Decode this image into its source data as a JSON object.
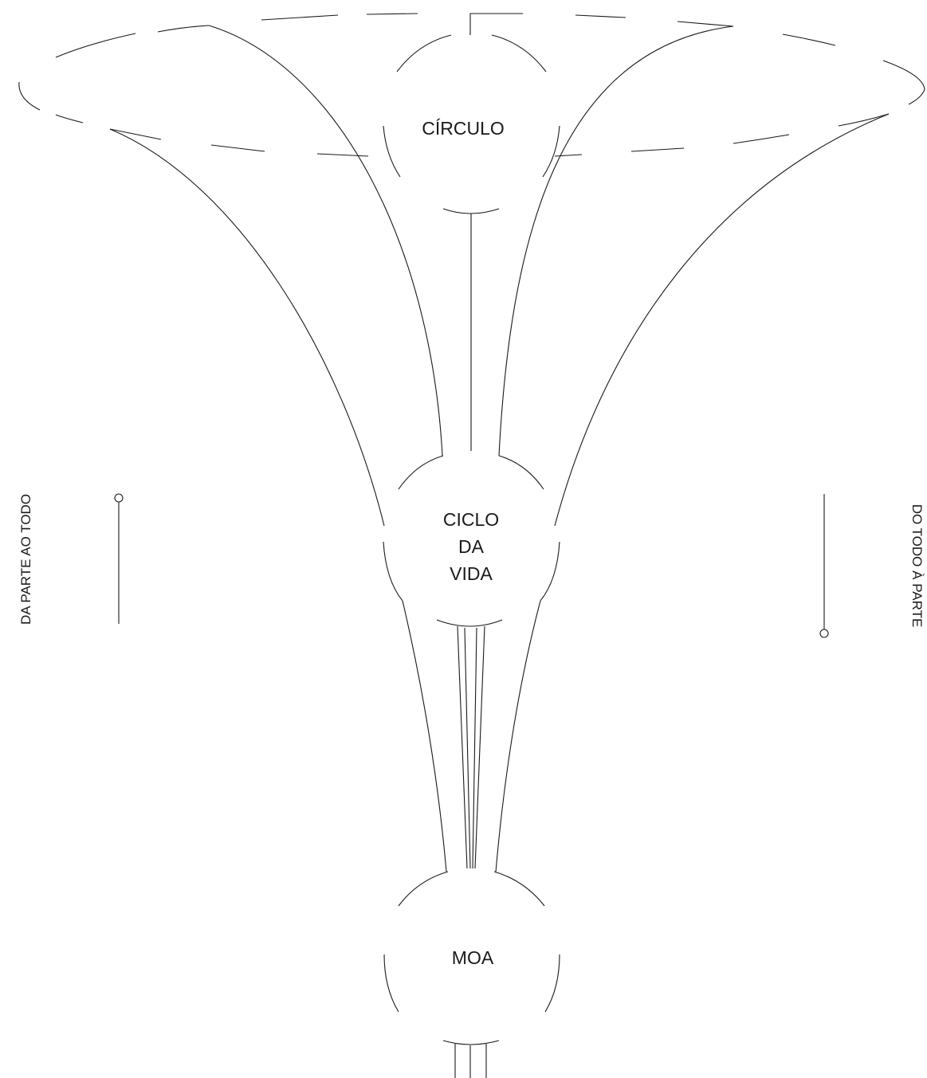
{
  "nodes": {
    "circulo": "CÍRCULO",
    "ciclo_line1": "CICLO",
    "ciclo_line2": "DA",
    "ciclo_line3": "VIDA",
    "moa": "MOA"
  },
  "side_labels": {
    "left": "DA PARTE AO TODO",
    "right": "DO TODO À PARTE"
  },
  "colors": {
    "stroke": "#1a1a1a",
    "background": "#ffffff"
  }
}
